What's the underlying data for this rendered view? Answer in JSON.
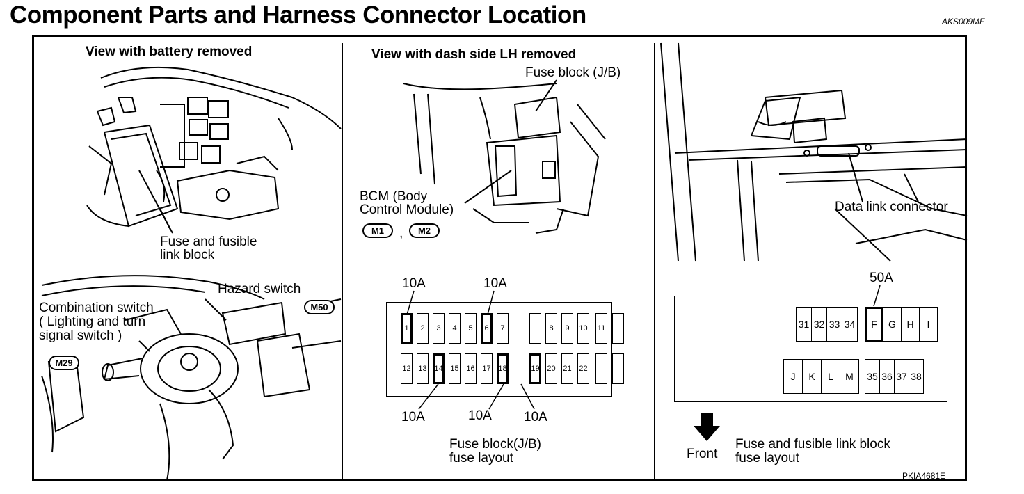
{
  "header": {
    "title": "Component Parts and Harness Connector Location",
    "code": "AKS009MF"
  },
  "panels": {
    "p1": {
      "caption": "View with battery removed",
      "label_line1": "Fuse and fusible",
      "label_line2": "link block"
    },
    "p2": {
      "caption": "View with dash side LH removed",
      "fuse_label": "Fuse block (J/B)",
      "bcm_line1": "BCM (Body",
      "bcm_line2": "Control Module)",
      "conn1": "M1",
      "sep": ",",
      "conn2": "M2"
    },
    "p3": {
      "label": "Data link connector"
    },
    "p4": {
      "hazard": "Hazard switch",
      "combo_line1": "Combination switch",
      "combo_line2": "( Lighting and turn",
      "combo_line3": "signal switch )",
      "conn_m50": "M50",
      "conn_m29": "M29"
    },
    "p5": {
      "top_rating_1": "10A",
      "top_rating_2": "10A",
      "bottom_rating_1": "10A",
      "bottom_rating_2": "10A",
      "bottom_rating_3": "10A",
      "row1": [
        "1",
        "2",
        "3",
        "4",
        "5",
        "6",
        "7",
        "",
        "8",
        "9",
        "10",
        "11",
        ""
      ],
      "row2": [
        "12",
        "13",
        "14",
        "15",
        "16",
        "17",
        "18",
        "19",
        "20",
        "21",
        "22",
        "",
        ""
      ],
      "caption_line1": "Fuse block(J/B)",
      "caption_line2": "fuse layout"
    },
    "p6": {
      "rating": "50A",
      "top_left": [
        "31",
        "32",
        "33",
        "34"
      ],
      "top_right": [
        "F",
        "G",
        "H",
        "I"
      ],
      "bottom_left": [
        "J",
        "K",
        "L",
        "M"
      ],
      "bottom_right": [
        "35",
        "36",
        "37",
        "38"
      ],
      "front_label": "Front",
      "caption_line1": "Fuse and fusible link block",
      "caption_line2": "fuse layout",
      "part_code": "PKIA4681E"
    }
  }
}
